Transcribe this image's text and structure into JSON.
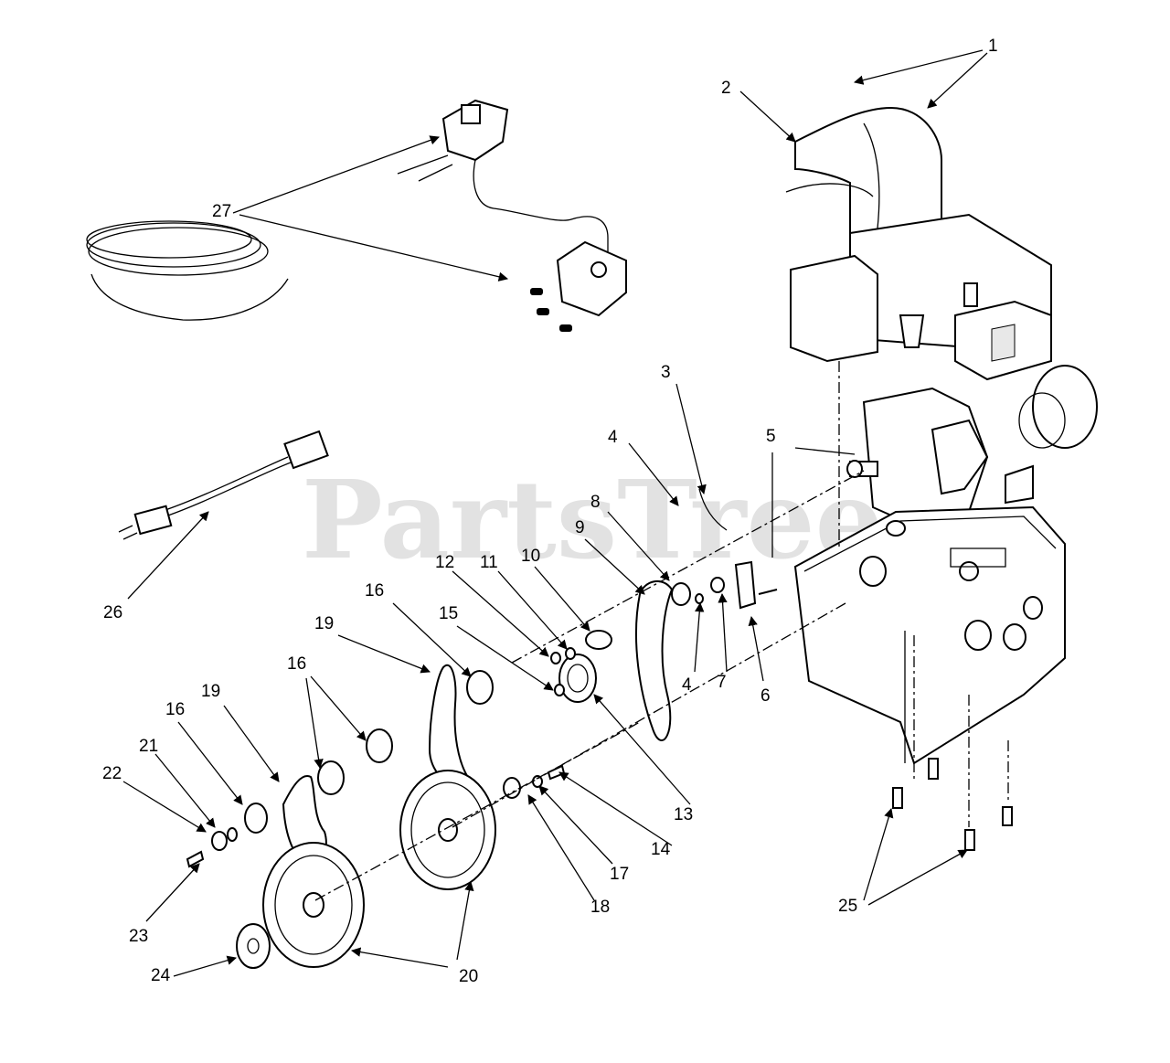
{
  "watermark": "PartsTree",
  "callouts": [
    "1",
    "2",
    "3",
    "4",
    "5",
    "8",
    "9",
    "10",
    "11",
    "12",
    "15",
    "16",
    "19",
    "16",
    "19",
    "16",
    "21",
    "22",
    "27",
    "26",
    "4",
    "7",
    "6",
    "13",
    "14",
    "17",
    "18",
    "20",
    "23",
    "24",
    "25"
  ]
}
